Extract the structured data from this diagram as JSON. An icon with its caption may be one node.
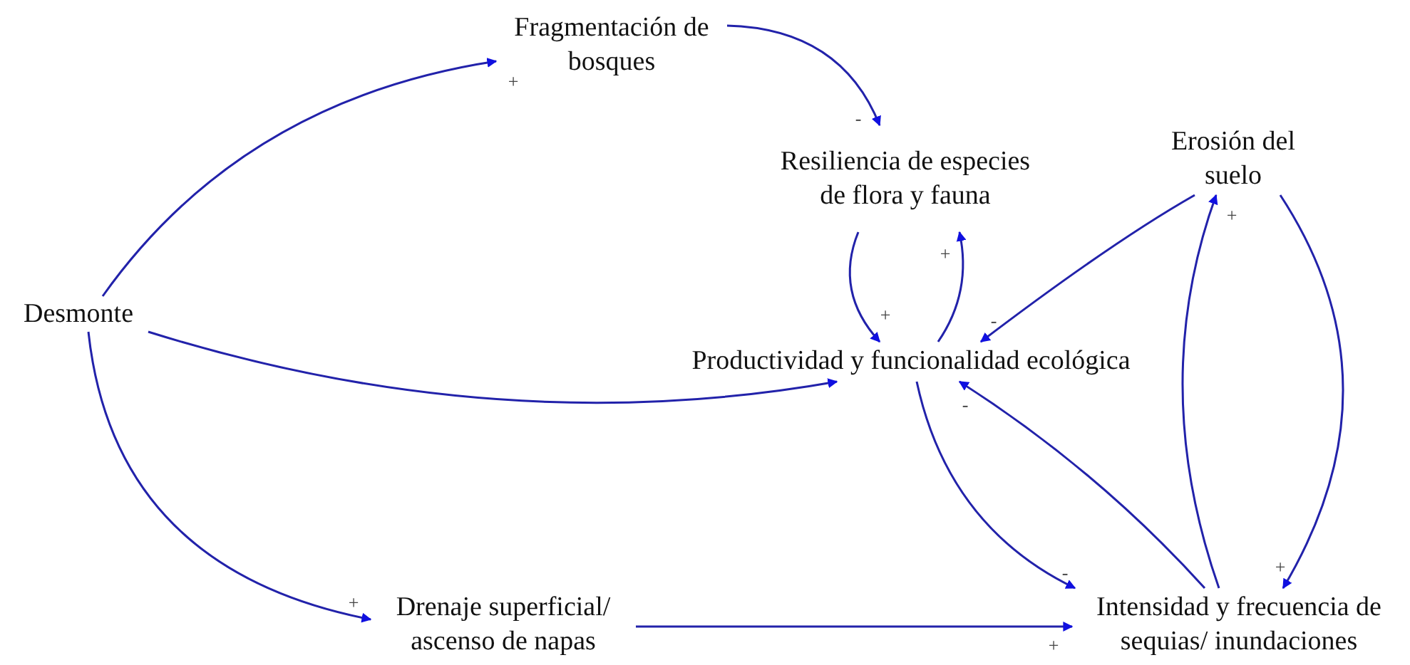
{
  "diagram": {
    "nodes": [
      {
        "text": [
          "Desmonte"
        ]
      },
      {
        "text": [
          "Fragmentación de bosques"
        ]
      },
      {
        "text": [
          "Resiliencia de especies de flora y fauna"
        ]
      },
      {
        "text": [
          "Erosión del suelo"
        ]
      },
      {
        "text": [
          "Productividad y funcionalidad ecológica"
        ]
      },
      {
        "text": [
          "Drenaje superficial/ ascenso de napas"
        ]
      },
      {
        "text": [
          "Intensidad y frecuencia de sequias/ inundaciones"
        ]
      }
    ],
    "edges": [
      {
        "from": 0,
        "to": 1,
        "arrow": "to",
        "label": "+"
      },
      {
        "from": 1,
        "to": 2,
        "arrow": "to",
        "label": "-"
      },
      {
        "from": 2,
        "to": 4,
        "arrow": "to",
        "label": "+"
      },
      {
        "from": 4,
        "to": 2,
        "arrow": "to",
        "label": "+"
      },
      {
        "from": 3,
        "to": 4,
        "arrow": "to",
        "label": "-"
      },
      {
        "from": 0,
        "to": 4,
        "arrow": "to"
      },
      {
        "from": 4,
        "to": 6,
        "arrow": "to",
        "label": "-"
      },
      {
        "from": 6,
        "to": 4,
        "arrow": "to",
        "label": "-"
      },
      {
        "from": 6,
        "to": 3,
        "arrow": "to",
        "label": "+"
      },
      {
        "from": 3,
        "to": 6,
        "arrow": "to",
        "label": "+"
      },
      {
        "from": 0,
        "to": 5,
        "arrow": "to",
        "label": "+"
      },
      {
        "from": 5,
        "to": 6,
        "arrow": "to",
        "label": "+"
      }
    ]
  }
}
